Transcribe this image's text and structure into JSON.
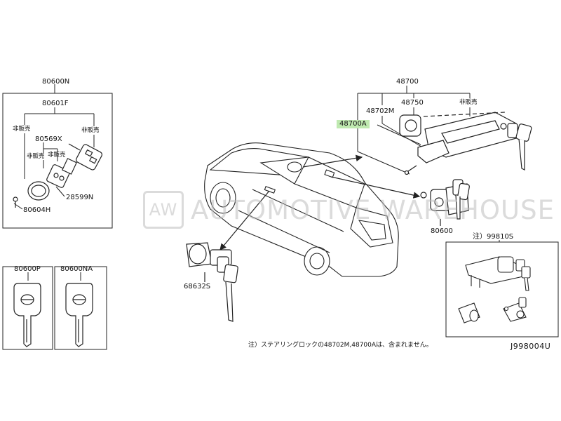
{
  "labels": {
    "p80600N": "80600N",
    "p80601F": "80601F",
    "p80569X": "80569X",
    "p28599N": "28599N",
    "p80604H": "80604H",
    "p80600P": "80600P",
    "p80600NA": "80600NA",
    "p48700": "48700",
    "p48750": "48750",
    "p48702M": "48702M",
    "p48700A": "48700A",
    "p80600": "80600",
    "p99810S": "注）99810S",
    "p68632S": "68632S",
    "not_sold": "非販売"
  },
  "watermark": {
    "logo": "AW",
    "text": "AUTOMOTIVE WAREHOUSE"
  },
  "note": "注）ステアリングロックの48702M,48700Aは、含まれません。",
  "diagram_code": "J998004U",
  "colors": {
    "line": "#222222",
    "highlight": "#bfe9b0",
    "watermark": "#bebebe"
  }
}
